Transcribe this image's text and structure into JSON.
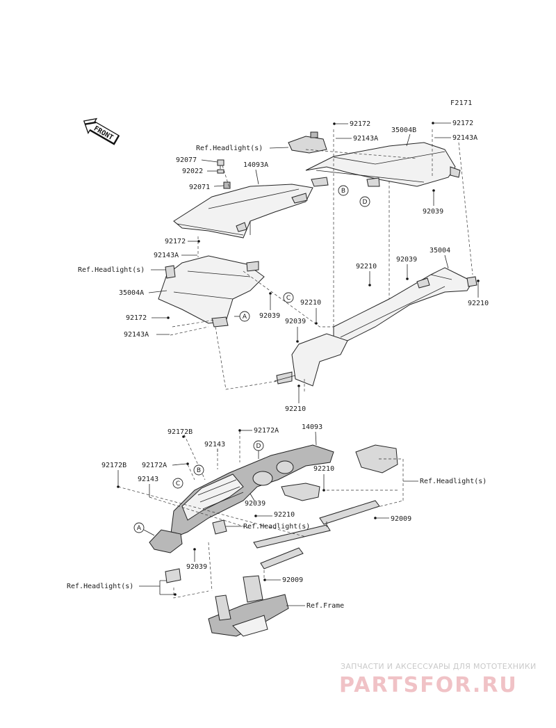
{
  "figure_code": "F2171",
  "front_label": "FRONT",
  "part_labels": {
    "p92172_top": "92172",
    "p92143A_top": "92143A",
    "p35004B": "35004B",
    "p92172_tr": "92172",
    "p92143A_tr": "92143A",
    "ref_headlight_1": "Ref.Headlight(s)",
    "p92077": "92077",
    "p92022": "92022",
    "p14093A": "14093A",
    "p92071": "92071",
    "p92039_1": "92039",
    "p92172_mid": "92172",
    "p92143A_mid": "92143A",
    "ref_headlight_2": "Ref.Headlight(s)",
    "p35004A": "35004A",
    "p92039_2": "92039",
    "p92172_low": "92172",
    "p92143A_low": "92143A",
    "p92210_1": "92210",
    "p92039_3": "92039",
    "p35004": "35004",
    "p92210_2": "92210",
    "p92039_4": "92039",
    "p92210_3": "92210",
    "p92210_4": "92210",
    "p92172B_1": "92172B",
    "p92172A_1": "92172A",
    "p14093": "14093",
    "p92143_1": "92143",
    "p92172B_2": "92172B",
    "p92172A_2": "92172A",
    "p92143_2": "92143",
    "p92210_5": "92210",
    "ref_headlight_3": "Ref.Headlight(s)",
    "p92039_5": "92039",
    "p92210_6": "92210",
    "ref_headlight_4": "Ref.Headlight(s)",
    "p92009_1": "92009",
    "p92039_6": "92039",
    "p92009_2": "92009",
    "ref_headlight_5": "Ref.Headlight(s)",
    "ref_frame": "Ref.Frame"
  },
  "callouts": {
    "B1": "B",
    "D1": "D",
    "C1": "C",
    "A1": "A",
    "D2": "D",
    "B2": "B",
    "C2": "C",
    "A2": "A"
  },
  "watermark": {
    "line1": "ЗАПЧАСТИ И АКСЕССУАРЫ ДЛЯ МОТОТЕХНИКИ",
    "line2": "PARTSFOR.RU"
  },
  "colors": {
    "line": "#222222",
    "watermark_logo": "#f0c2c6"
  }
}
